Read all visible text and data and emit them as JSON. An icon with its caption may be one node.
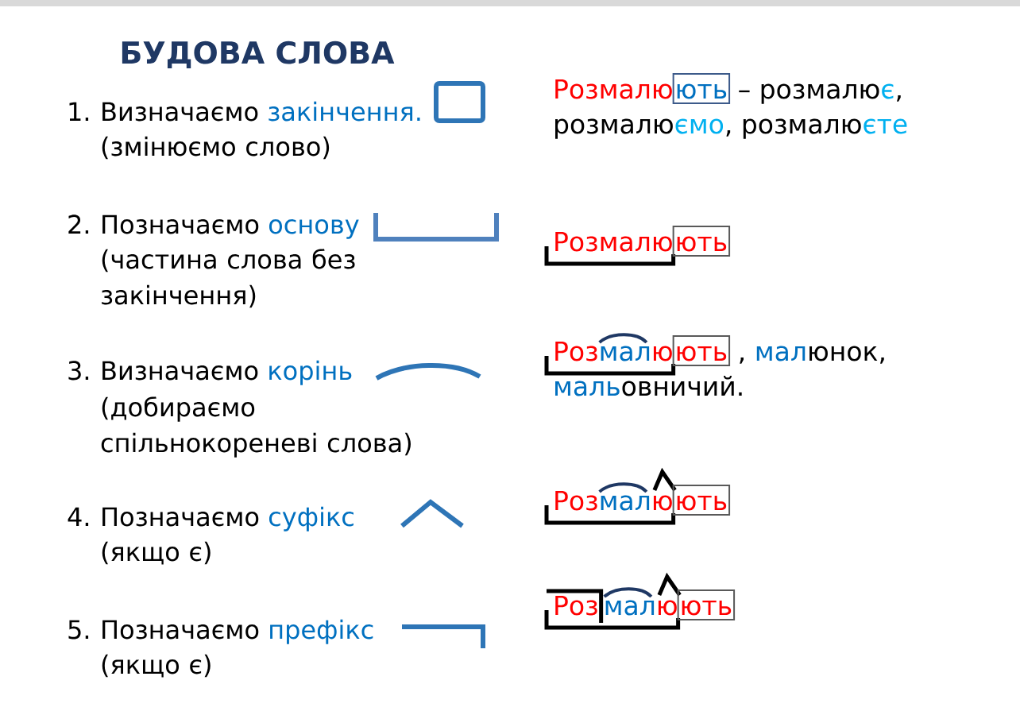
{
  "diagram": {
    "title": "БУДОВА СЛОВА",
    "nodes": [
      {
        "text": [
          "ють"
        ]
      },
      {
        "text": [
          "ють"
        ]
      },
      {
        "text": [
          "ють"
        ]
      },
      {
        "text": [
          "ють"
        ]
      },
      {
        "text": [
          "ють"
        ]
      }
    ],
    "labels": [
      "1.",
      "Визначаємо",
      "закінчення.",
      "(змінюємо слово)",
      "Розмалю",
      "– розмалю",
      "є",
      ",",
      "розмалю",
      "ємо",
      ", розмалю",
      "єте",
      "2.",
      "Позначаємо",
      "основу",
      "(частина слова без закінчення)",
      "Розмалю",
      "3.",
      "Визначаємо",
      "корінь",
      "(добираємо спільнокореневі слова)",
      "Роз",
      "мал",
      "ю",
      ",",
      "мал",
      "юнок,",
      "маль",
      "овничий.",
      "4.",
      "Позначаємо",
      "суфікс",
      "(якщо є)",
      "Роз",
      "мал",
      "ю",
      "5.",
      "Позначаємо",
      "префікс",
      "(якщо є)",
      "Роз",
      "мал",
      "ю"
    ]
  }
}
